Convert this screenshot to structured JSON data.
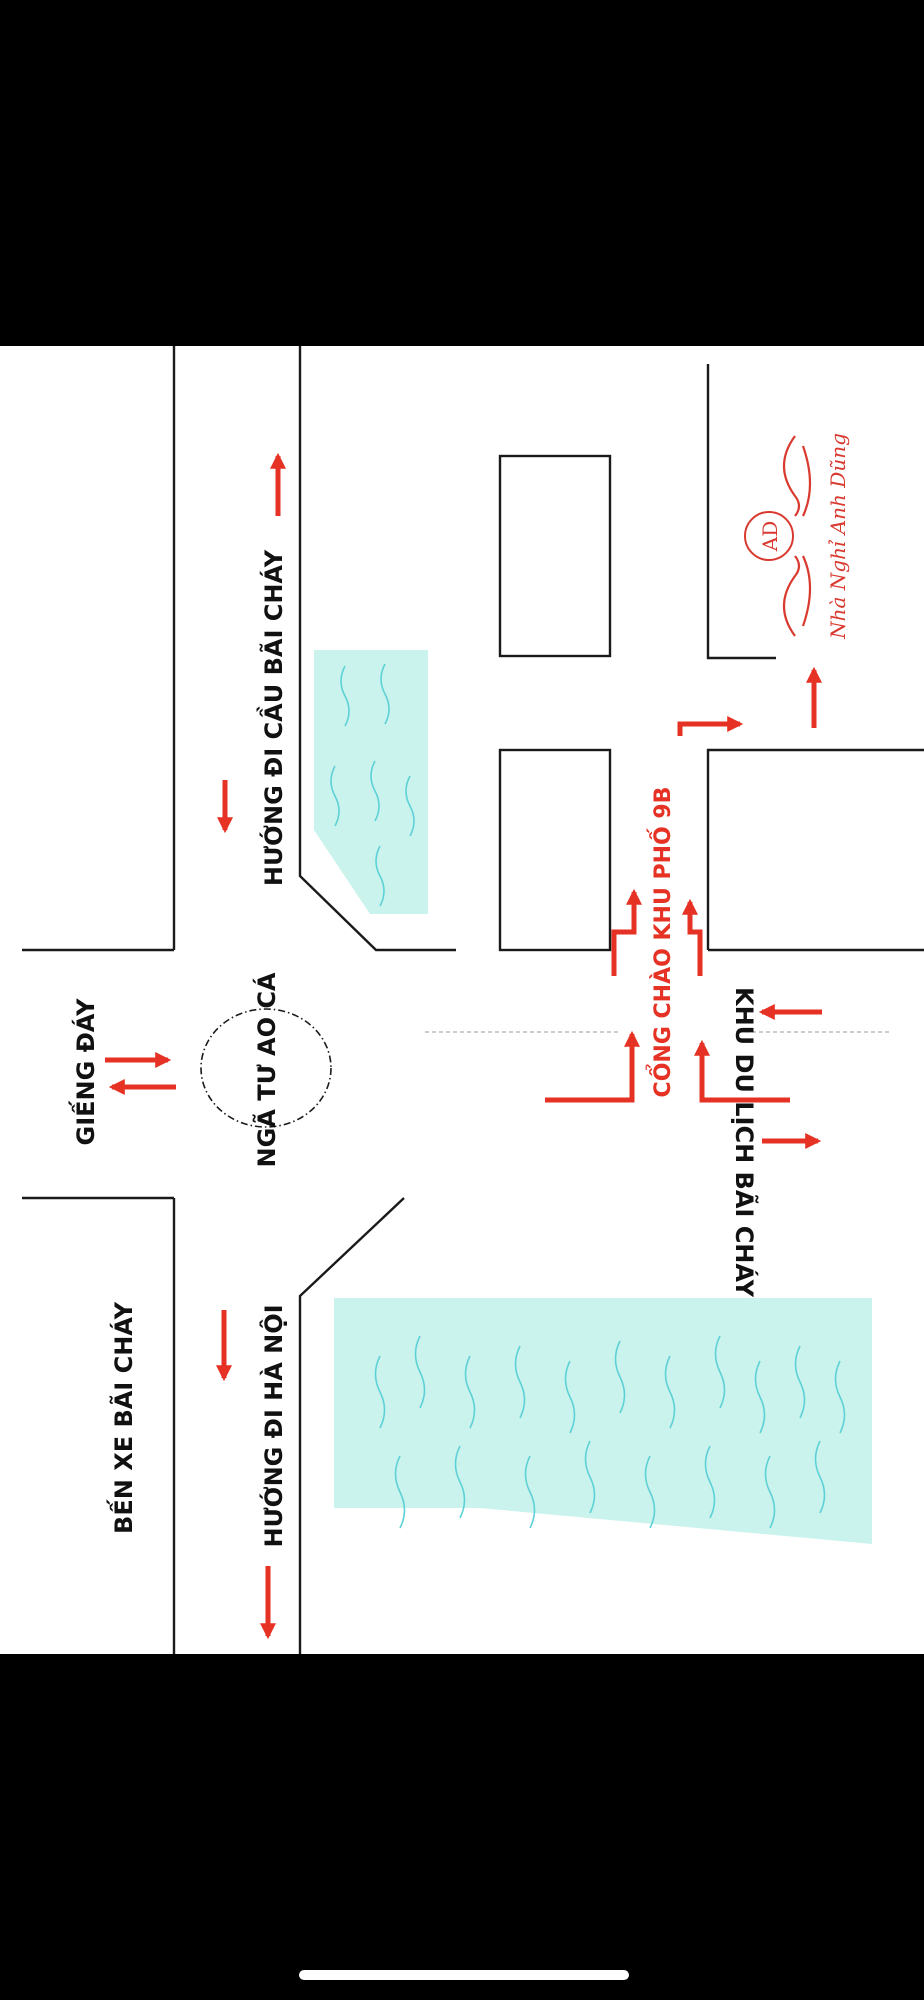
{
  "map": {
    "labels": {
      "ben_xe": "BẾN XE BÃI CHÁY",
      "gieng_day": "GIẾNG ĐÁY",
      "huong_ha_noi": "HƯỚNG ĐI HÀ NỘI",
      "nga_tu": "NGÃ TƯ AO CÁ",
      "huong_cau": "HƯỚNG ĐI CẦU BÃI CHÁY",
      "khu_du_lich": "KHU DU LỊCH BÃI CHÁY",
      "cong_chao": "CỔNG CHÀO KHU PHỐ 9B"
    },
    "logo": {
      "monogram": "AD",
      "name": "Nhà Nghỉ Anh Dũng"
    },
    "colors": {
      "road_line": "#1a1a1a",
      "arrow_red": "#e53224",
      "water_fill": "#c9f3ec",
      "water_wave": "#5ed1d6",
      "label_dark": "#111111",
      "logo_red": "#d93a2f"
    }
  }
}
